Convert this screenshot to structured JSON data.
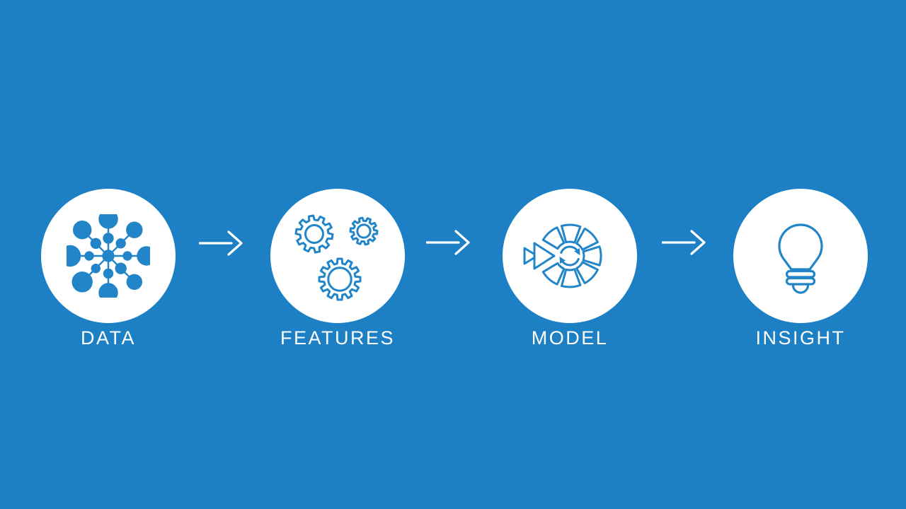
{
  "colors": {
    "bg": "#1e80c4",
    "icon": "#2185c8",
    "circle": "#ffffff",
    "label": "#ffffff",
    "arrow": "#ffffff"
  },
  "steps": [
    {
      "label": "DATA",
      "icon": "data-network-icon"
    },
    {
      "label": "FEATURES",
      "icon": "gears-icon"
    },
    {
      "label": "MODEL",
      "icon": "model-iteration-icon"
    },
    {
      "label": "INSIGHT",
      "icon": "lightbulb-icon"
    }
  ],
  "arrow": {
    "icon": "right-arrow-icon"
  }
}
